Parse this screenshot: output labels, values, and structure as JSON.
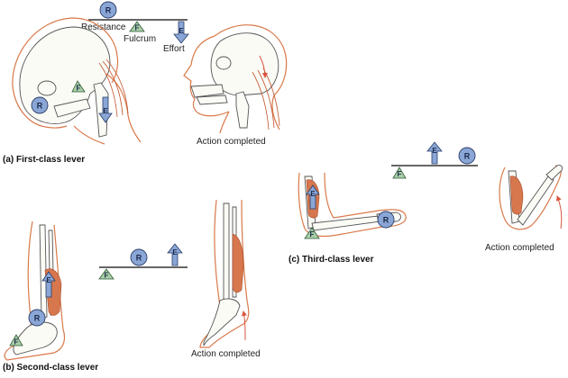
{
  "diagram": {
    "first_class": {
      "caption": "(a) First-class lever",
      "resistance_label": "Resistance",
      "fulcrum_label": "Fulcrum",
      "effort_label": "Effort",
      "action_label": "Action completed"
    },
    "second_class": {
      "caption": "(b) Second-class lever",
      "action_label": "Action completed"
    },
    "third_class": {
      "caption": "(c) Third-class lever",
      "action_label": "Action completed"
    },
    "markers": {
      "resistance": "R",
      "fulcrum": "F",
      "effort": "E"
    },
    "colors": {
      "skin_outline": "#d9794a",
      "muscle": "#d6774e",
      "resistance_marker": "#8aa6d6",
      "fulcrum_marker": "#a9cfa8",
      "effort_marker": "#8aa6d6",
      "motion_arrow": "#d9553f"
    }
  }
}
